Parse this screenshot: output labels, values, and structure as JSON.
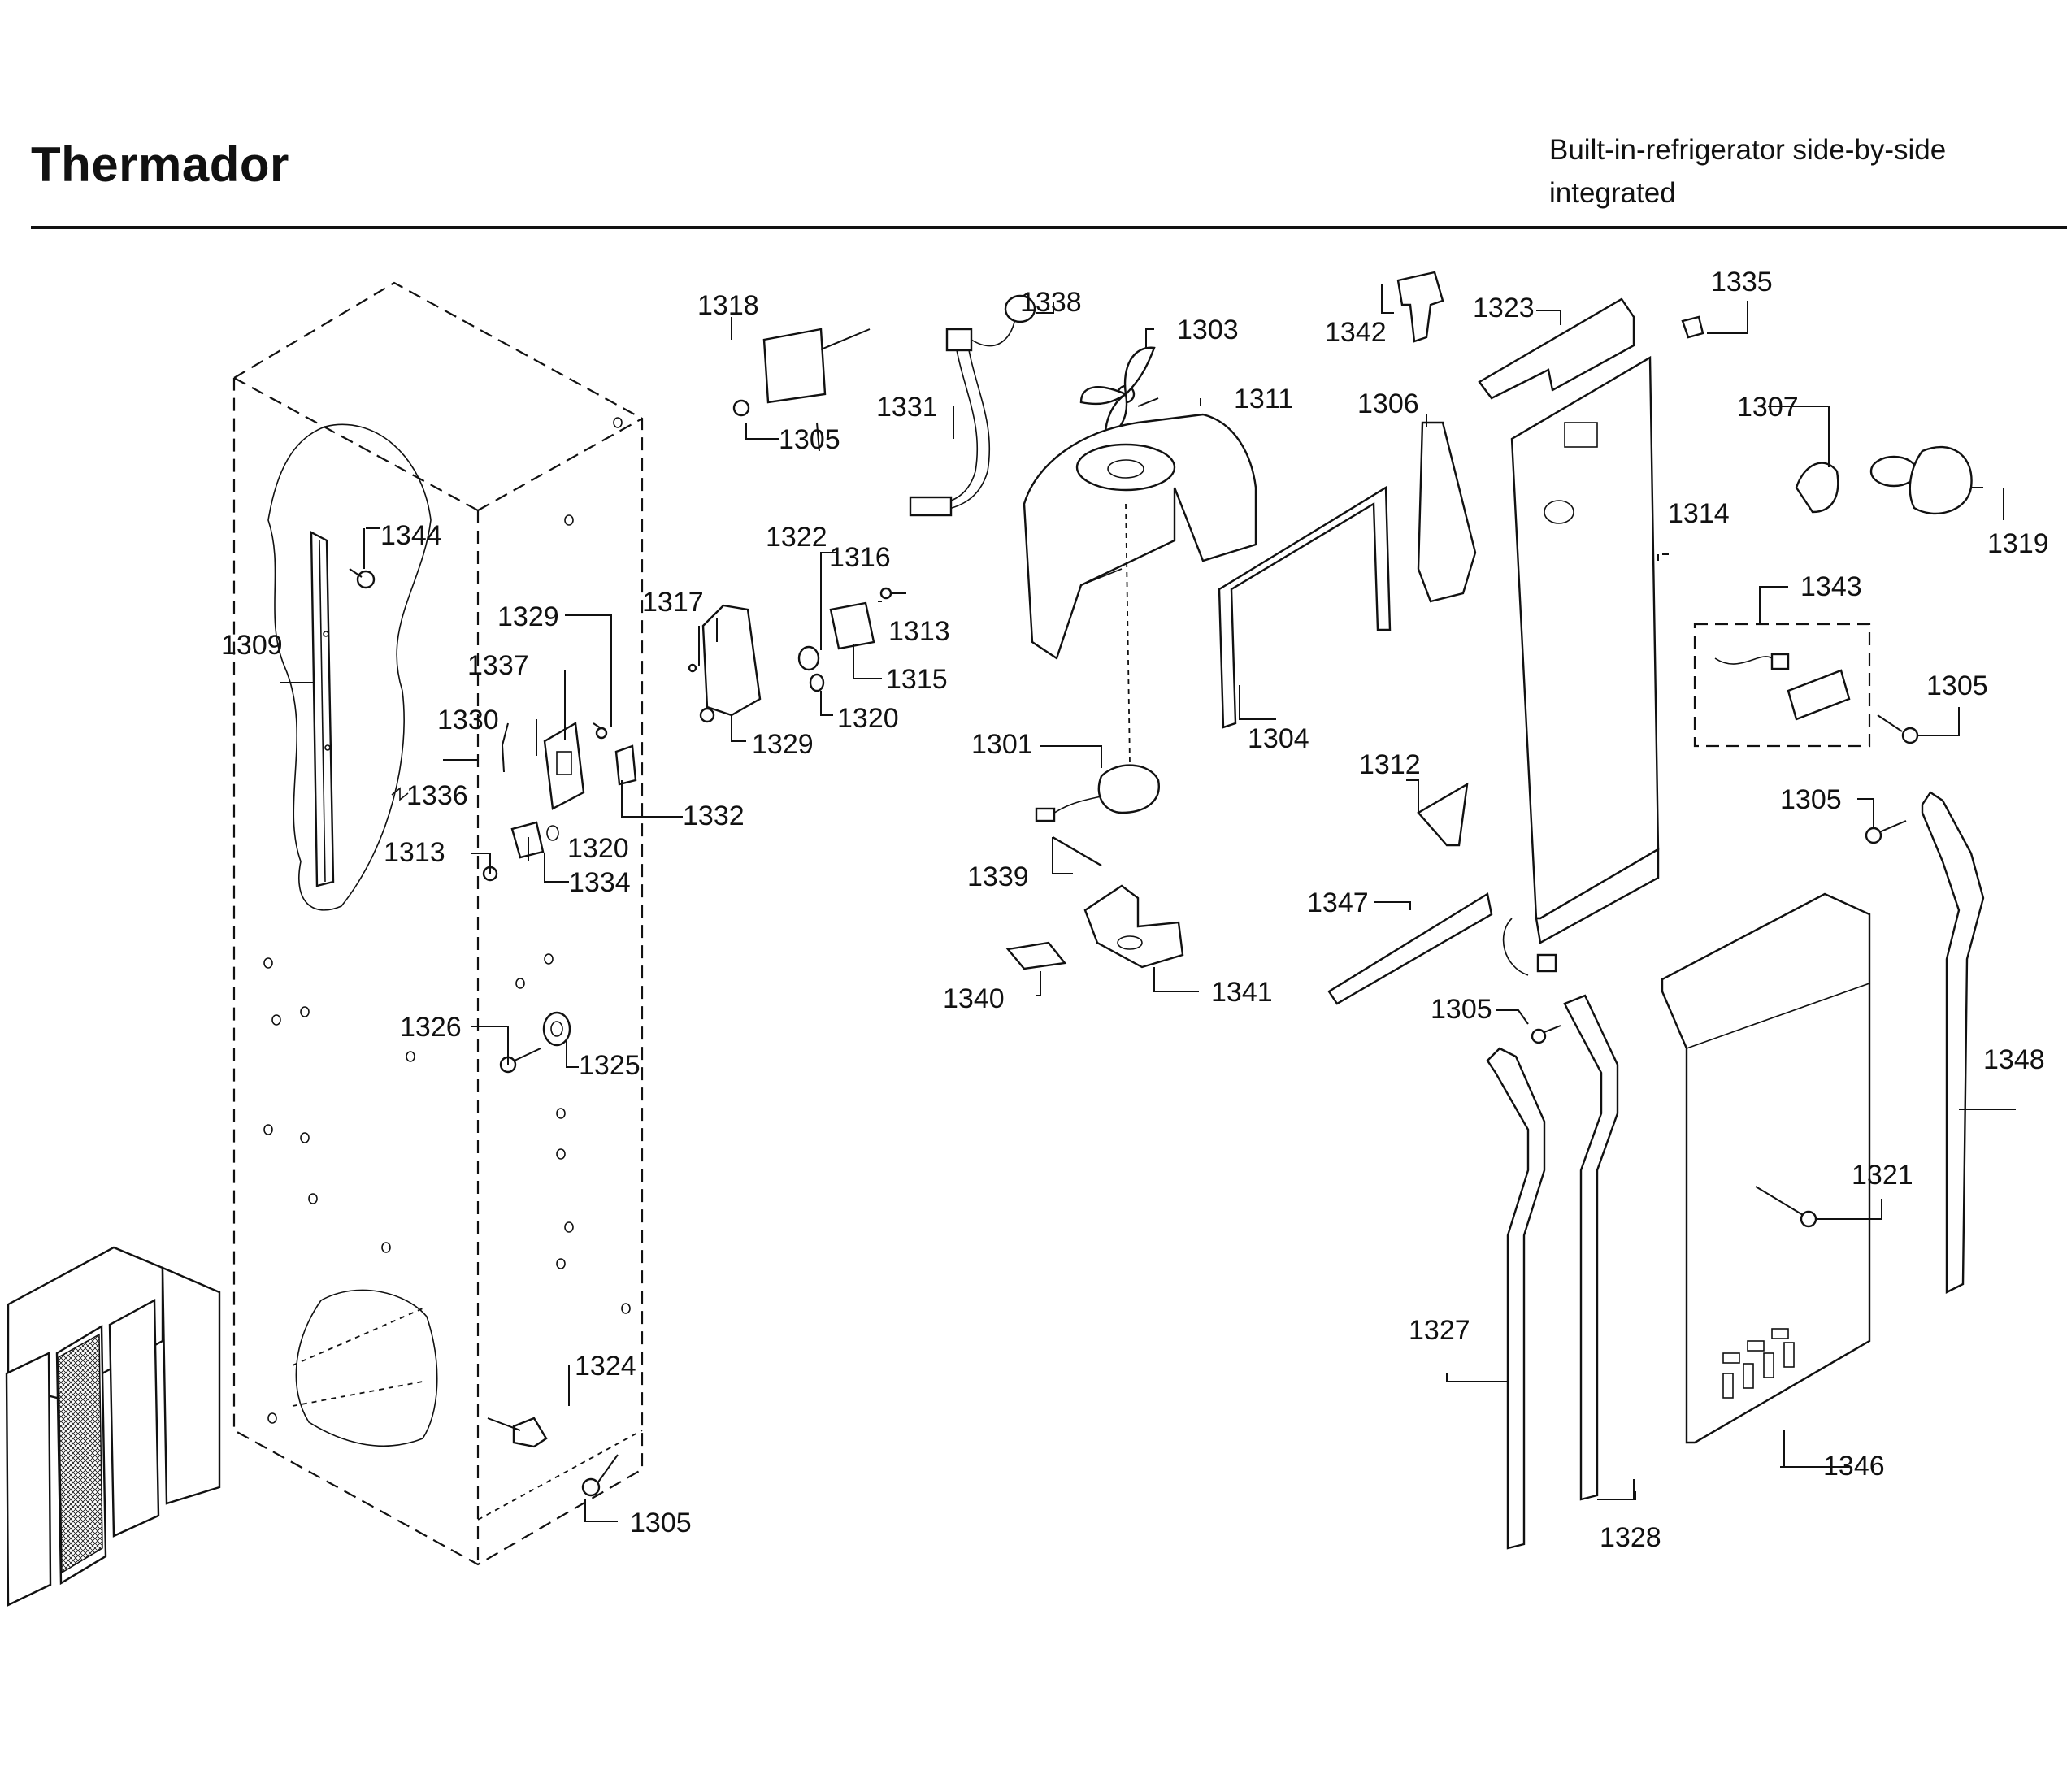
{
  "header": {
    "brand": "Thermador",
    "subtitle_line1": "Built-in-refrigerator side-by-side",
    "subtitle_line2": "integrated"
  },
  "labels": {
    "p1301": "1301",
    "p1303": "1303",
    "p1304": "1304",
    "p1305": "1305",
    "p1306": "1306",
    "p1307": "1307",
    "p1309": "1309",
    "p1311": "1311",
    "p1312": "1312",
    "p1313": "1313",
    "p1314": "1314",
    "p1315": "1315",
    "p1316": "1316",
    "p1317": "1317",
    "p1318": "1318",
    "p1319": "1319",
    "p1320": "1320",
    "p1321": "1321",
    "p1322": "1322",
    "p1323": "1323",
    "p1324": "1324",
    "p1325": "1325",
    "p1326": "1326",
    "p1327": "1327",
    "p1328": "1328",
    "p1329": "1329",
    "p1330": "1330",
    "p1331": "1331",
    "p1332": "1332",
    "p1334": "1334",
    "p1335": "1335",
    "p1336": "1336",
    "p1337": "1337",
    "p1338": "1338",
    "p1339": "1339",
    "p1340": "1340",
    "p1341": "1341",
    "p1342": "1342",
    "p1343": "1343",
    "p1344": "1344",
    "p1346": "1346",
    "p1347": "1347",
    "p1348": "1348"
  }
}
